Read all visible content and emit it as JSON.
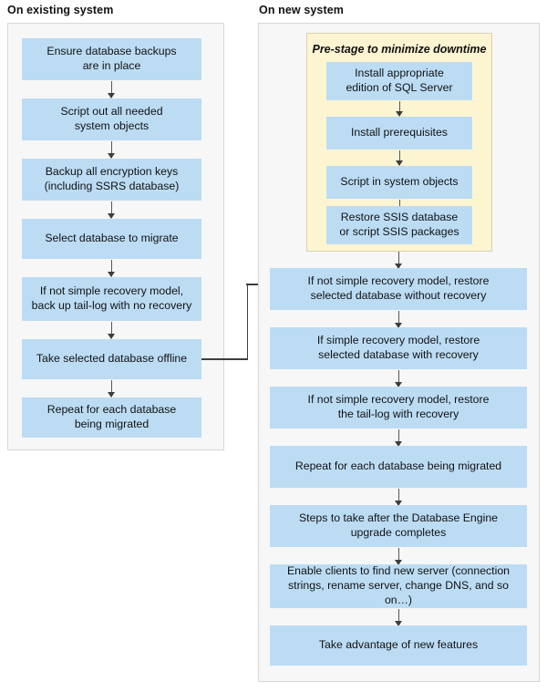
{
  "diagram": {
    "type": "flowchart",
    "title_left": "On existing system",
    "title_right": "On new system",
    "colors": {
      "node_fill": "#bcdcf4",
      "panel_fill": "#f7f7f7",
      "panel_border": "#d6d6d6",
      "subpanel_fill": "#fdf5d2",
      "subpanel_border": "#d8d2ae",
      "arrow": "#3d3d3d",
      "text": "#121212"
    }
  },
  "left_panel": {
    "title": "On existing system",
    "nodes": [
      {
        "id": "l1",
        "label": "Ensure database backups\nare in place"
      },
      {
        "id": "l2",
        "label": "Script out all needed\nsystem objects"
      },
      {
        "id": "l3",
        "label": "Backup all encryption keys\n(including SSRS database)"
      },
      {
        "id": "l4",
        "label": "Select database to migrate"
      },
      {
        "id": "l5",
        "label": "If not simple recovery model,\nback up tail-log with no recovery"
      },
      {
        "id": "l6",
        "label": "Take selected database offline"
      },
      {
        "id": "l7",
        "label": "Repeat for each database\nbeing migrated"
      }
    ]
  },
  "right_panel": {
    "title": "On new system",
    "subpanel": {
      "title": "Pre-stage to minimize downtime",
      "nodes": [
        {
          "id": "p1",
          "label": "Install appropriate\nedition of SQL Server"
        },
        {
          "id": "p2",
          "label": "Install prerequisites"
        },
        {
          "id": "p3",
          "label": "Script in system objects"
        },
        {
          "id": "p4",
          "label": "Restore SSIS database\nor script SSIS packages"
        }
      ]
    },
    "nodes": [
      {
        "id": "r1",
        "label": "If not simple recovery model, restore\nselected database without recovery"
      },
      {
        "id": "r2",
        "label": "If simple recovery model, restore\nselected database with recovery"
      },
      {
        "id": "r3",
        "label": "If not simple recovery model, restore\nthe tail-log with recovery"
      },
      {
        "id": "r4",
        "label": "Repeat for each database being migrated"
      },
      {
        "id": "r5",
        "label": "Steps to take after the Database Engine\nupgrade completes"
      },
      {
        "id": "r6",
        "label": "Enable clients to find new server (connection\nstrings, rename server, change DNS, and so on…)"
      },
      {
        "id": "r7",
        "label": "Take advantage of new features"
      }
    ]
  },
  "connectors": {
    "cross_panel_from": "Take selected database offline",
    "cross_panel_to": "If not simple recovery model, restore selected database without recovery"
  }
}
